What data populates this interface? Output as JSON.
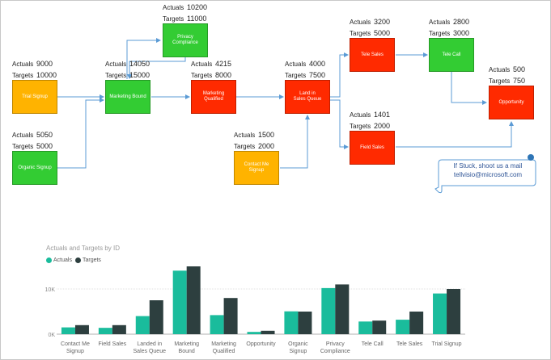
{
  "colors": {
    "green": "#33cc33",
    "red": "#ff2a00",
    "orange": "#ffb300",
    "arrow": "#5b9bd5",
    "actuals": "#1abc9c",
    "targets": "#2d3f3f"
  },
  "labels": {
    "actuals": "Actuals",
    "targets": "Targets"
  },
  "nodes": [
    {
      "id": "trial",
      "label": "Trial Signup",
      "color": "orange",
      "actual": "9000",
      "target": "10000"
    },
    {
      "id": "organic",
      "label": "Organic Signup",
      "color": "green",
      "actual": "5050",
      "target": "5000"
    },
    {
      "id": "mktbound",
      "label": "Marketing Bound",
      "color": "green",
      "actual": "14050",
      "target": "15000"
    },
    {
      "id": "privacy",
      "label": "Privacy Compliance",
      "color": "green",
      "actual": "10200",
      "target": "11000"
    },
    {
      "id": "mktqual",
      "label": "Marketing\nQualified",
      "color": "red",
      "actual": "4215",
      "target": "8000"
    },
    {
      "id": "contact",
      "label": "Contact Me Signup",
      "color": "orange",
      "actual": "1500",
      "target": "2000"
    },
    {
      "id": "landq",
      "label": "Land in\nSales Queue",
      "color": "red",
      "actual": "4000",
      "target": "7500"
    },
    {
      "id": "telesales",
      "label": "Tele Sales",
      "color": "red",
      "actual": "3200",
      "target": "5000"
    },
    {
      "id": "telecall",
      "label": "Tele Call",
      "color": "green",
      "actual": "2800",
      "target": "3000"
    },
    {
      "id": "field",
      "label": "Field Sales",
      "color": "red",
      "actual": "1401",
      "target": "2000"
    },
    {
      "id": "opp",
      "label": "Opportunity",
      "color": "red",
      "actual": "500",
      "target": "750"
    }
  ],
  "note": {
    "line1": "If Stuck, shoot us a mail",
    "line2": "tellvisio@microsoft.com"
  },
  "chart_data": {
    "type": "bar",
    "title": "Actuals and Targets by ID",
    "legend": [
      "Actuals",
      "Targets"
    ],
    "legend_position": "top-left",
    "categories": [
      "Contact Me Signup",
      "Field Sales",
      "Landed in Sales Queue",
      "Marketing Bound",
      "Marketing Qualified",
      "Opportunity",
      "Organic Signup",
      "Privacy Compliance",
      "Tele Call",
      "Tele Sales",
      "Trial Signup"
    ],
    "category_lines": [
      [
        "Contact Me",
        "Signup"
      ],
      [
        "Field Sales"
      ],
      [
        "Landed in",
        "Sales Queue"
      ],
      [
        "Marketing",
        "Bound"
      ],
      [
        "Marketing",
        "Qualified"
      ],
      [
        "Opportunity"
      ],
      [
        "Organic",
        "Signup"
      ],
      [
        "Privacy",
        "Compliance"
      ],
      [
        "Tele Call"
      ],
      [
        "Tele Sales"
      ],
      [
        "Trial Signup"
      ]
    ],
    "series": [
      {
        "name": "Actuals",
        "values": [
          1500,
          1401,
          4000,
          14050,
          4215,
          500,
          5050,
          10200,
          2800,
          3200,
          9000
        ]
      },
      {
        "name": "Targets",
        "values": [
          2000,
          2000,
          7500,
          15000,
          8000,
          750,
          5000,
          11000,
          3000,
          5000,
          10000
        ]
      }
    ],
    "yticks": [
      {
        "value": 0,
        "label": "0K"
      },
      {
        "value": 10000,
        "label": "10K"
      }
    ],
    "ylim": [
      0,
      15000
    ],
    "grid": true
  }
}
